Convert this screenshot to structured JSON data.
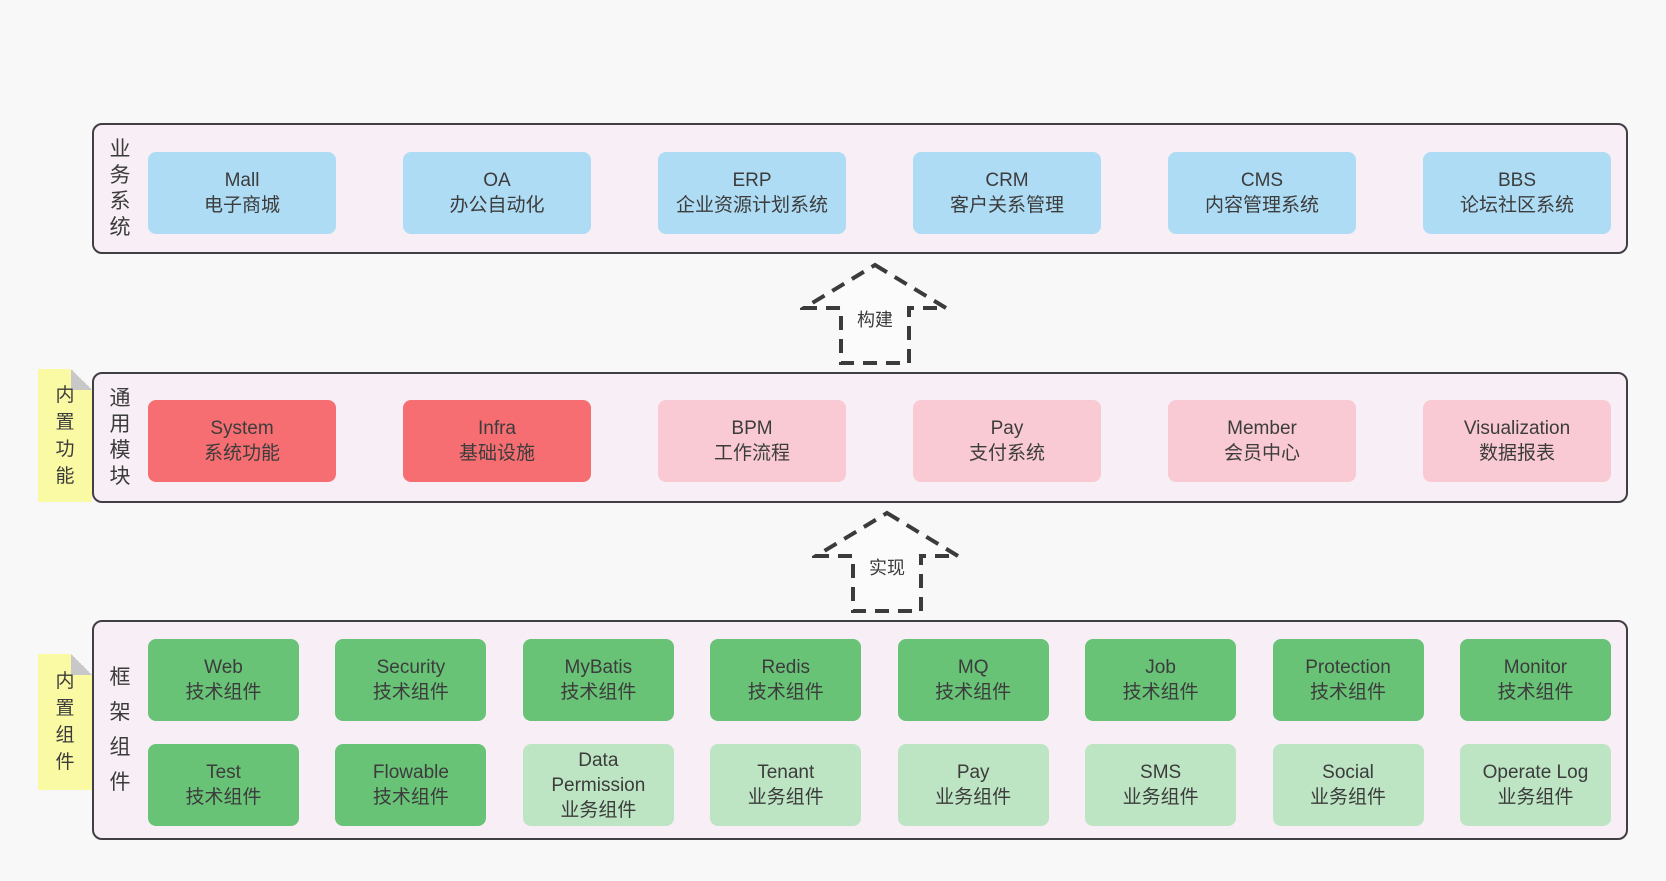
{
  "page": {
    "background": "#f8f8f8"
  },
  "colors": {
    "container_fill": "#f8eef6",
    "container_border": "#413e44",
    "business_box_blue": "#aedcf4",
    "core_module_box_red": "#f76e72",
    "module_box_pink": "#f9cad3",
    "tech_component_box_green": "#68c377",
    "biz_component_box_light_green": "#bde5c3",
    "note_yellow": "#fbfaa4",
    "note_fold_gray": "#c8c8c8",
    "text": "#3c3c3c"
  },
  "arrows": [
    {
      "label": "构建"
    },
    {
      "label": "实现"
    }
  ],
  "layers": {
    "business": {
      "label": "业务系统",
      "boxes": [
        {
          "name": "Mall",
          "desc": "电子商城",
          "variant": "blue"
        },
        {
          "name": "OA",
          "desc": "办公自动化",
          "variant": "blue"
        },
        {
          "name": "ERP",
          "desc": "企业资源计划系统",
          "variant": "blue"
        },
        {
          "name": "CRM",
          "desc": "客户关系管理",
          "variant": "blue"
        },
        {
          "name": "CMS",
          "desc": "内容管理系统",
          "variant": "blue"
        },
        {
          "name": "BBS",
          "desc": "论坛社区系统",
          "variant": "blue"
        }
      ]
    },
    "modules": {
      "label": "通用模块",
      "note": "内置功能",
      "boxes": [
        {
          "name": "System",
          "desc": "系统功能",
          "variant": "red"
        },
        {
          "name": "Infra",
          "desc": "基础设施",
          "variant": "red"
        },
        {
          "name": "BPM",
          "desc": "工作流程",
          "variant": "pink"
        },
        {
          "name": "Pay",
          "desc": "支付系统",
          "variant": "pink"
        },
        {
          "name": "Member",
          "desc": "会员中心",
          "variant": "pink"
        },
        {
          "name": "Visualization",
          "desc": "数据报表",
          "variant": "pink"
        }
      ]
    },
    "components": {
      "label": "框架组件",
      "note": "内置组件",
      "row1": [
        {
          "name": "Web",
          "desc": "技术组件",
          "variant": "green"
        },
        {
          "name": "Security",
          "desc": "技术组件",
          "variant": "green"
        },
        {
          "name": "MyBatis",
          "desc": "技术组件",
          "variant": "green"
        },
        {
          "name": "Redis",
          "desc": "技术组件",
          "variant": "green"
        },
        {
          "name": "MQ",
          "desc": "技术组件",
          "variant": "green"
        },
        {
          "name": "Job",
          "desc": "技术组件",
          "variant": "green"
        },
        {
          "name": "Protection",
          "desc": "技术组件",
          "variant": "green"
        },
        {
          "name": "Monitor",
          "desc": "技术组件",
          "variant": "green"
        }
      ],
      "row2": [
        {
          "name": "Test",
          "desc": "技术组件",
          "variant": "green"
        },
        {
          "name": "Flowable",
          "desc": "技术组件",
          "variant": "green"
        },
        {
          "name": "Data Permission",
          "desc": "业务组件",
          "variant": "light-green"
        },
        {
          "name": "Tenant",
          "desc": "业务组件",
          "variant": "light-green"
        },
        {
          "name": "Pay",
          "desc": "业务组件",
          "variant": "light-green"
        },
        {
          "name": "SMS",
          "desc": "业务组件",
          "variant": "light-green"
        },
        {
          "name": "Social",
          "desc": "业务组件",
          "variant": "light-green"
        },
        {
          "name": "Operate Log",
          "desc": "业务组件",
          "variant": "light-green"
        }
      ]
    }
  }
}
